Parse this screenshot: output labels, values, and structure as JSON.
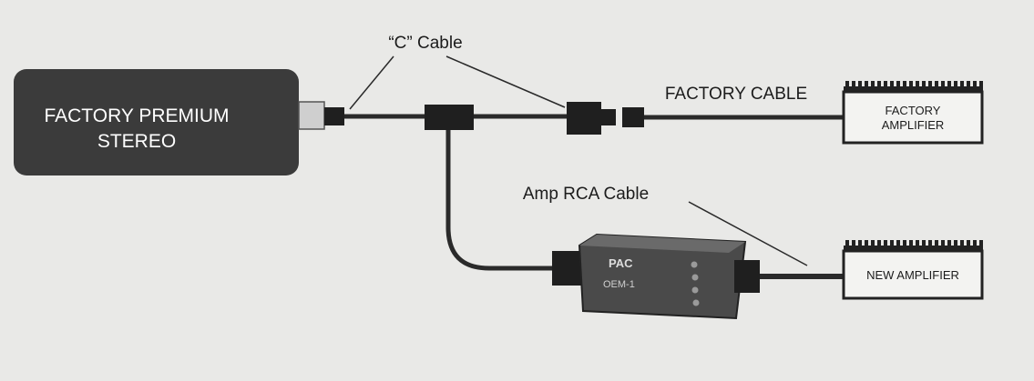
{
  "labels": {
    "stereo_line1": "FACTORY PREMIUM",
    "stereo_line2": "STEREO",
    "c_cable": "“C” Cable",
    "factory_cable": "FACTORY CABLE",
    "factory_amp_line1": "FACTORY",
    "factory_amp_line2": "AMPLIFIER",
    "amp_rca_cable": "Amp RCA Cable",
    "new_amplifier": "NEW AMPLIFIER",
    "module_brand": "PAC",
    "module_model": "OEM-1"
  },
  "colors": {
    "background": "#e9e9e7",
    "stereo_fill": "#3b3b3b",
    "cable": "#2a2a2a",
    "connector": "#1f1f1f",
    "module": "#4a4a4a",
    "amp_outline": "#222222"
  }
}
